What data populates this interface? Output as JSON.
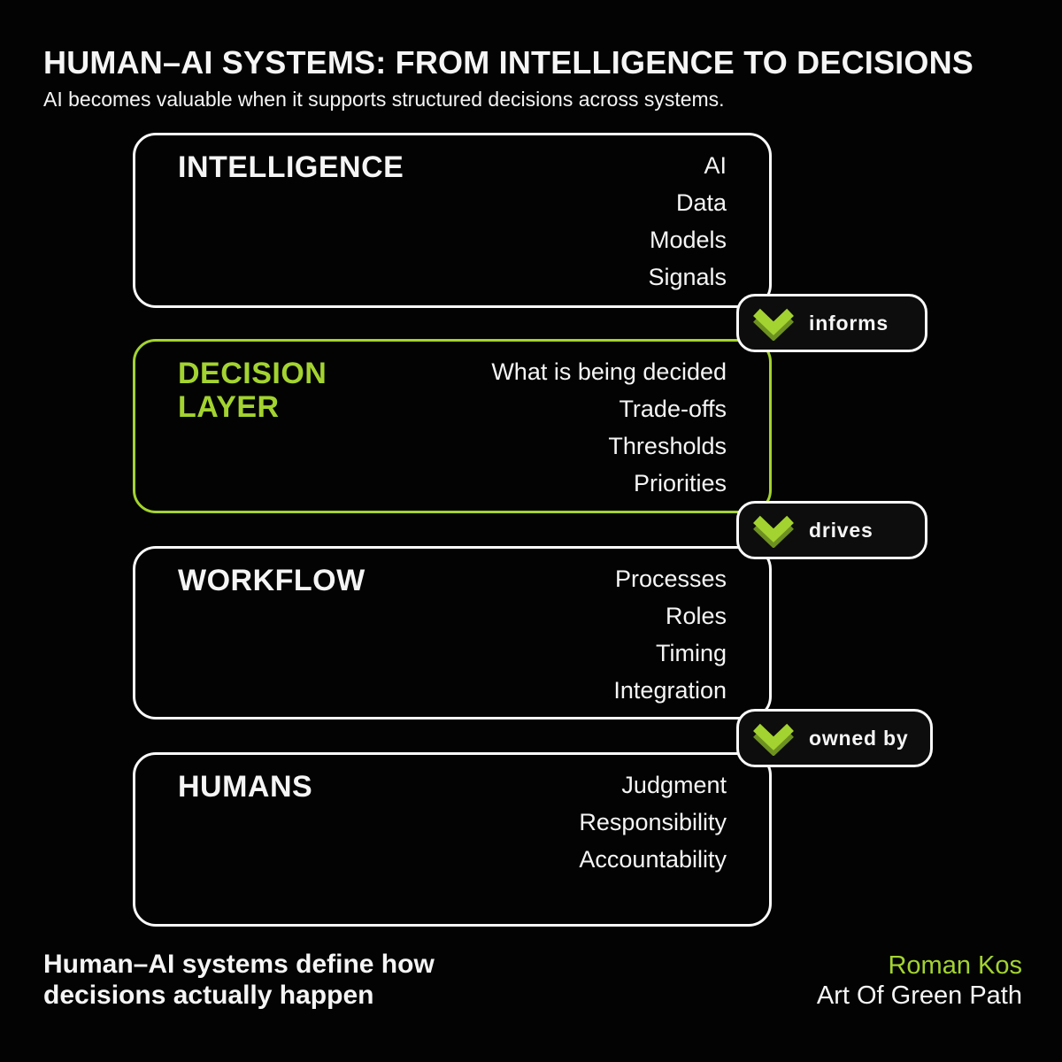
{
  "theme": {
    "background": "#030303",
    "accent_green": "#a3d330",
    "accent_green_dark": "#6d9121",
    "text_white": "#f5f5f5",
    "border_white": "#fafafa",
    "badge_fill": "#0d0d0d"
  },
  "header": {
    "title": "HUMAN–AI SYSTEMS: FROM INTELLIGENCE TO DECISIONS",
    "subtitle": "AI becomes valuable when it supports structured decisions across systems."
  },
  "boxes": [
    {
      "id": "intelligence",
      "title_lines": [
        "INTELLIGENCE"
      ],
      "accent": false,
      "items": [
        "AI",
        "Data",
        "Models",
        "Signals"
      ]
    },
    {
      "id": "decision-layer",
      "title_lines": [
        "DECISION",
        "LAYER"
      ],
      "accent": true,
      "items": [
        "What is being decided",
        "Trade-offs",
        "Thresholds",
        "Priorities"
      ]
    },
    {
      "id": "workflow",
      "title_lines": [
        "WORKFLOW"
      ],
      "accent": false,
      "items": [
        "Processes",
        "Roles",
        "Timing",
        "Integration"
      ]
    },
    {
      "id": "humans",
      "title_lines": [
        "HUMANS"
      ],
      "accent": false,
      "items": [
        "Judgment",
        "Responsibility",
        "Accountability"
      ]
    }
  ],
  "connectors": [
    {
      "label": "informs"
    },
    {
      "label": "drives"
    },
    {
      "label": "owned by"
    }
  ],
  "footer": {
    "tagline_line1": "Human–AI systems define how",
    "tagline_line2": "decisions actually happen",
    "author": "Roman Kos",
    "brand": "Art Of Green Path"
  }
}
